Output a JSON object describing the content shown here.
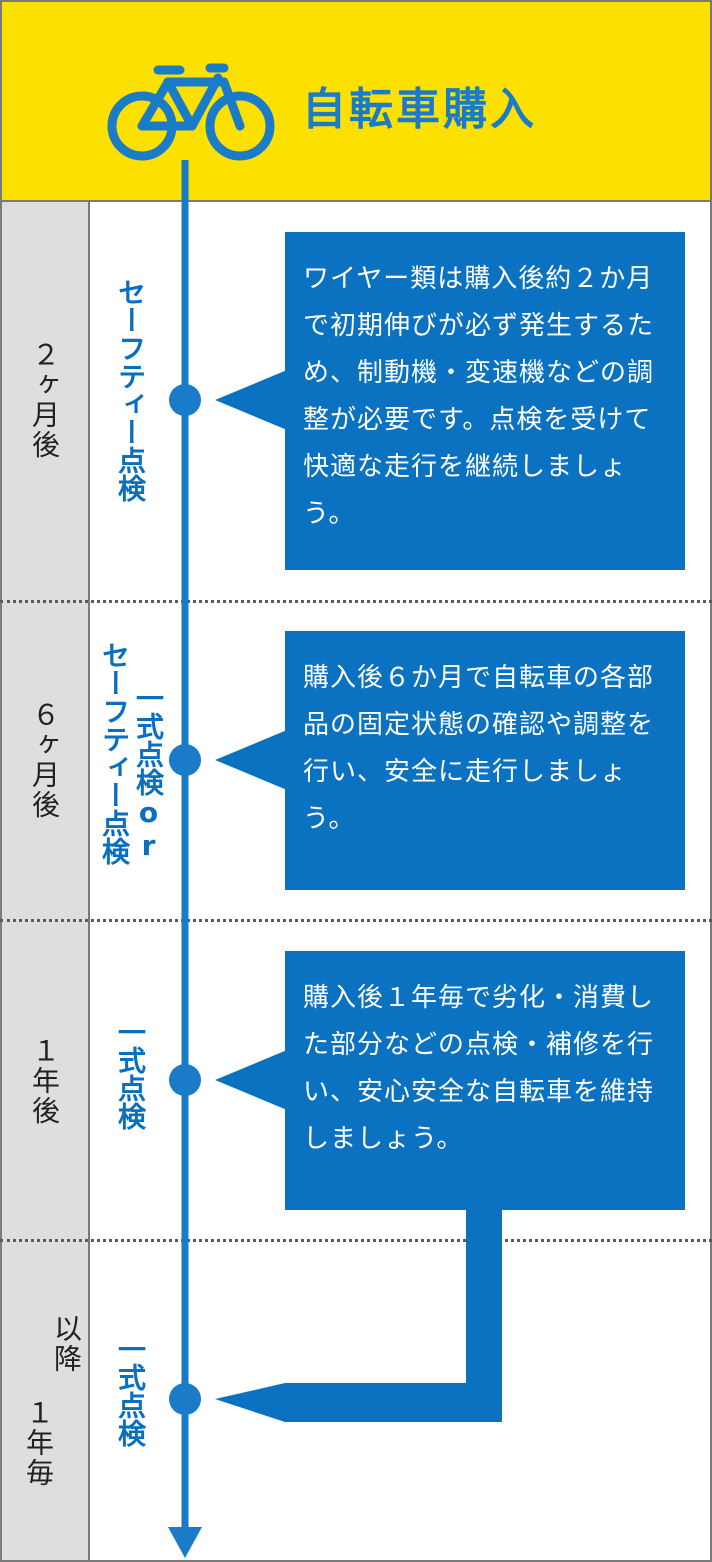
{
  "header": {
    "title": "自転車購入",
    "icon": "bicycle-icon",
    "background": "#fce100",
    "accent": "#1a7cc8"
  },
  "colors": {
    "box": "#0b72c1",
    "timeline": "#1a7cc8",
    "side": "#dedede"
  },
  "stages": [
    {
      "period": "２ヶ月後",
      "check": "セーフティー点検",
      "text": "ワイヤー類は購入後約２か月で初期伸びが必ず発生するため、制動機・変速機などの調整が必要です。点検を受けて快適な走行を継続しましょう。"
    },
    {
      "period": "６ヶ月後",
      "check_line1": "一式点検or",
      "check_line2": "セーフティー点検",
      "text": "購入後６か月で自転車の各部品の固定状態の確認や調整を行い、安全に走行しましょう。"
    },
    {
      "period": "１年後",
      "check": "一式点検",
      "text": "購入後１年毎で劣化・消費した部分などの点検・補修を行い、安心安全な自転車を維持しましょう。"
    },
    {
      "period_line1": "以降",
      "period_line2": "１年毎",
      "check": "一式点検"
    }
  ]
}
